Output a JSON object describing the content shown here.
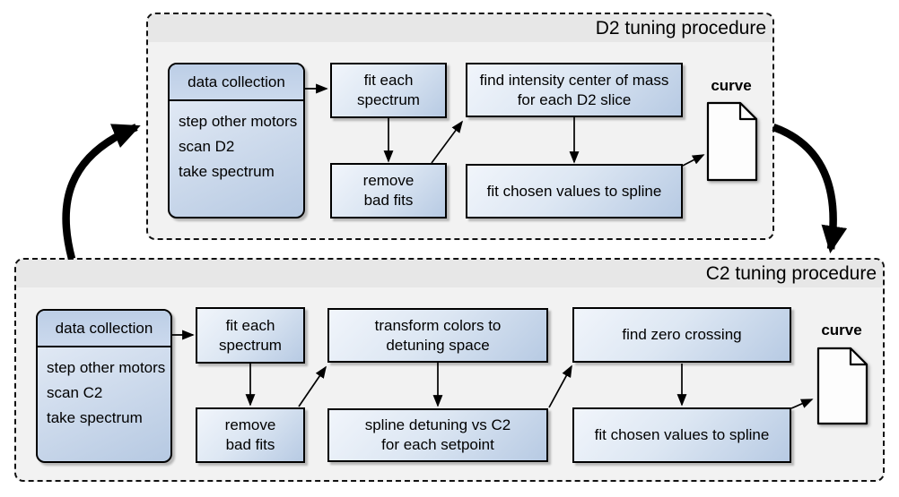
{
  "sections": [
    {
      "title": "D2 tuning procedure",
      "data_collection": {
        "header": "data collection",
        "lines": [
          "step other motors",
          "scan D2",
          "take spectrum"
        ]
      },
      "steps": {
        "fit_each": [
          "fit each",
          "spectrum"
        ],
        "remove": [
          "remove",
          "bad fits"
        ],
        "find_com": [
          "find intensity center of mass",
          "for each D2 slice"
        ],
        "fit_spline": [
          "fit chosen values to spline"
        ]
      },
      "output": "curve"
    },
    {
      "title": "C2 tuning procedure",
      "data_collection": {
        "header": "data collection",
        "lines": [
          "step other motors",
          "scan C2",
          "take spectrum"
        ]
      },
      "steps": {
        "fit_each": [
          "fit each",
          "spectrum"
        ],
        "remove": [
          "remove",
          "bad fits"
        ],
        "transform": [
          "transform colors to",
          "detuning space"
        ],
        "spline_detuning": [
          "spline detuning vs C2",
          "for each setpoint"
        ],
        "find_zero": [
          "find zero crossing"
        ],
        "fit_spline": [
          "fit chosen values to spline"
        ]
      },
      "output": "curve"
    }
  ],
  "colors": {
    "box_border": "#000000",
    "box_gradient_top": "#f1f5fb",
    "box_gradient_bottom": "#b7cae3",
    "collection_header_fill": "#c3d3e9",
    "panel_background": "#f2f2f2",
    "panel_title_band": "#e7e7e7",
    "arrow_color": "#000000",
    "document_fill": "#fdfdfd"
  }
}
